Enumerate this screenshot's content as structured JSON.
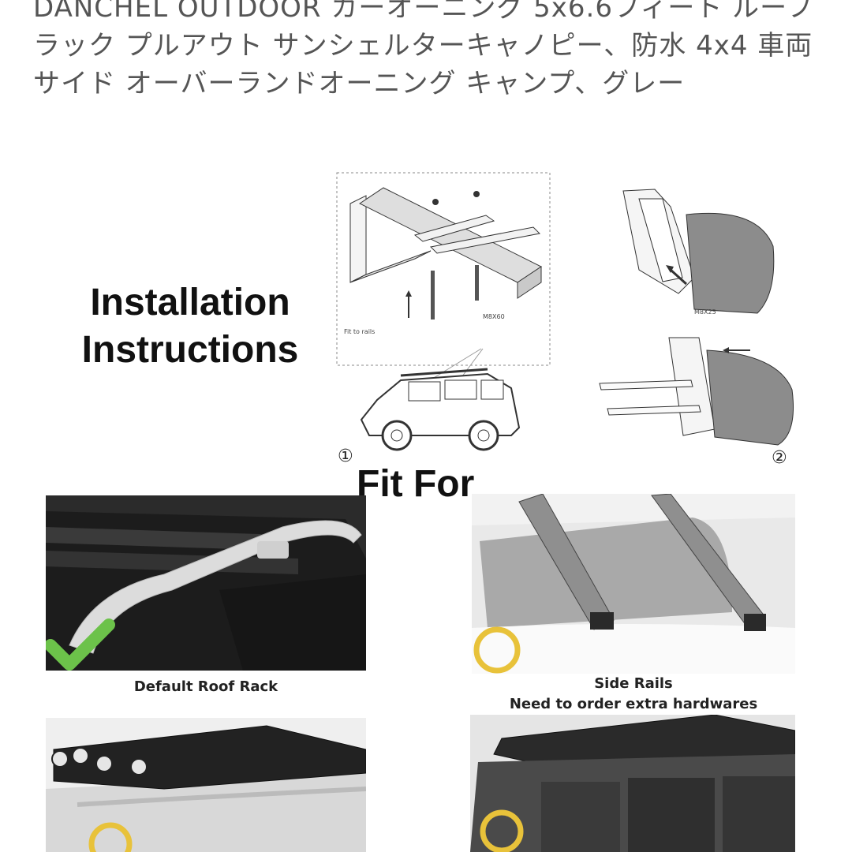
{
  "product": {
    "title": "DANCHEL OUTDOOR カーオーニング 5x6.6フィート ルーフラック プルアウト サンシェルターキャノピー、防水 4x4 車両サイド オーバーランドオーニング キャンプ、グレー"
  },
  "installation": {
    "heading_line1": "Installation",
    "heading_line2": "Instructions",
    "diagram_labels": {
      "bolt_main": "M8X60",
      "fit_to_rails": "Fit to rails",
      "bolt_side": "M8X25"
    },
    "steps": [
      "①",
      "②"
    ]
  },
  "fit_for": {
    "heading": "Fit For",
    "items": [
      {
        "caption": "Default Roof Rack",
        "status_icon": "check-icon"
      },
      {
        "caption_line1": "Side Rails",
        "caption_line2": "Need to order extra hardwares",
        "status_icon": "yellow-circle-icon"
      },
      {
        "caption": "",
        "status_icon": "yellow-circle-icon"
      },
      {
        "caption": "",
        "status_icon": "yellow-circle-icon"
      }
    ]
  },
  "colors": {
    "check_green": "#6cc24a",
    "marker_yellow": "#e8c23a",
    "heading_black": "#111111",
    "title_gray": "#555555"
  }
}
